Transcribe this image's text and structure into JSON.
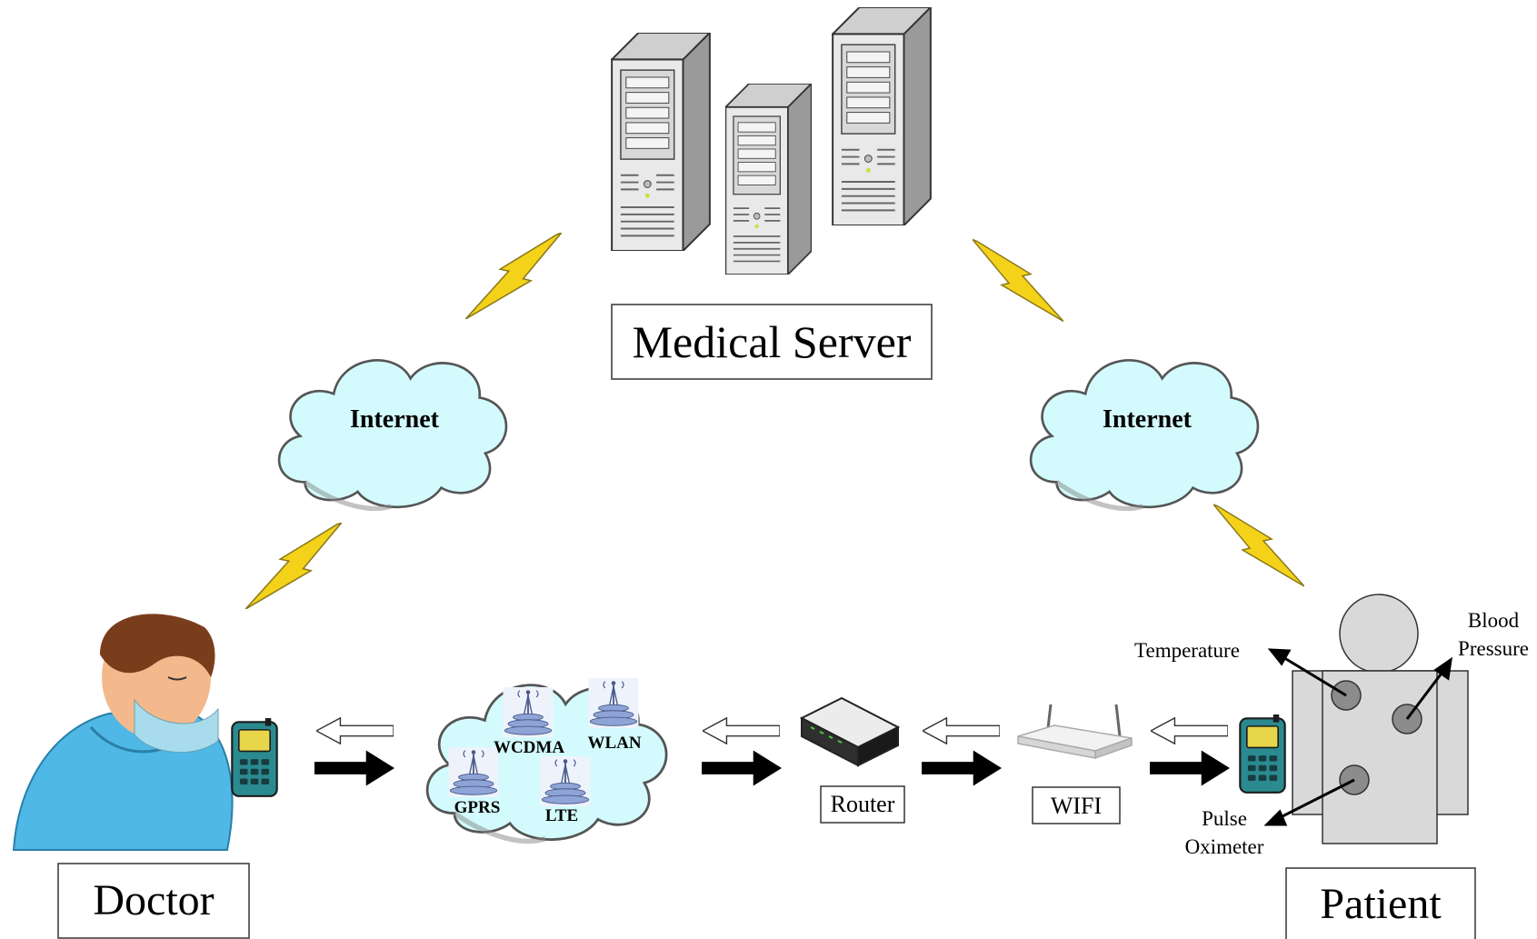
{
  "labels": {
    "medical_server": "Medical Server",
    "internet_left": "Internet",
    "internet_right": "Internet",
    "doctor": "Doctor",
    "patient": "Patient",
    "router": "Router",
    "wifi": "WIFI",
    "wcdma": "WCDMA",
    "wlan": "WLAN",
    "gprs": "GPRS",
    "lte": "LTE",
    "temperature": "Temperature",
    "blood": "Blood",
    "pressure": "Pressure",
    "pulse": "Pulse",
    "oximeter": "Oximeter"
  },
  "colors": {
    "cloud_fill": "#d3fbfd",
    "cloud_stroke": "#555555",
    "lightning": "#f4d21a",
    "server_body": "#e6e6e6",
    "phone_body": "#2a8a8f",
    "phone_screen": "#e7d64a",
    "doctor_shirt": "#4fb8e6",
    "patient_body": "#d9d9d9",
    "sensor": "#8c8c8c"
  },
  "icons": [
    "server-icon",
    "cloud-icon",
    "lightning-icon",
    "doctor-icon",
    "mobile-phone-icon",
    "router-icon",
    "wifi-access-point-icon",
    "cell-tower-icon",
    "arrow-right-icon",
    "arrow-left-icon"
  ]
}
